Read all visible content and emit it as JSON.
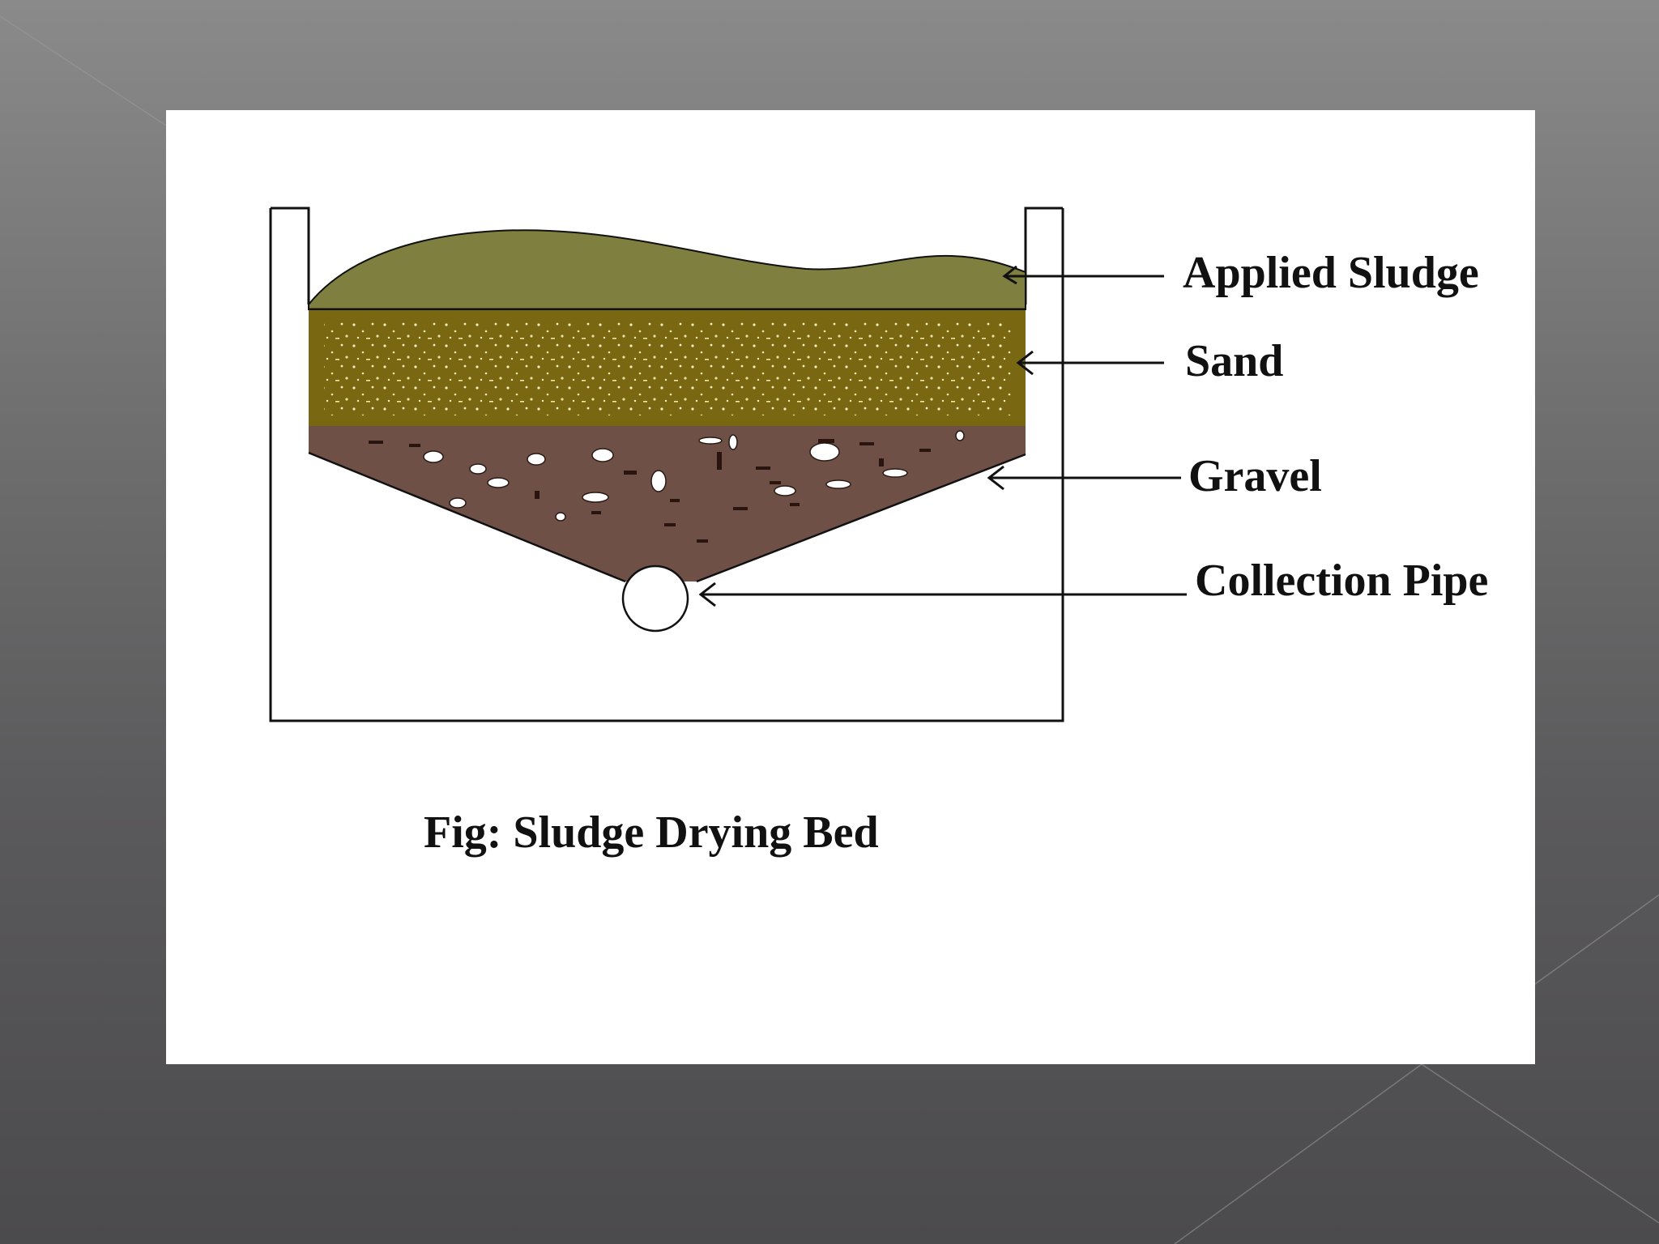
{
  "figure": {
    "caption": "Fig: Sludge Drying Bed",
    "labels": {
      "applied_sludge": "Applied Sludge",
      "sand": "Sand",
      "gravel": "Gravel",
      "collection_pipe": "Collection Pipe"
    }
  },
  "colors": {
    "background_top": "#8a8a8a",
    "background_bottom": "#4b4a4c",
    "panel": "#ffffff",
    "sludge": "#7f8040",
    "sand": "#7a6712",
    "gravel": "#6e5047",
    "line": "#111111"
  }
}
